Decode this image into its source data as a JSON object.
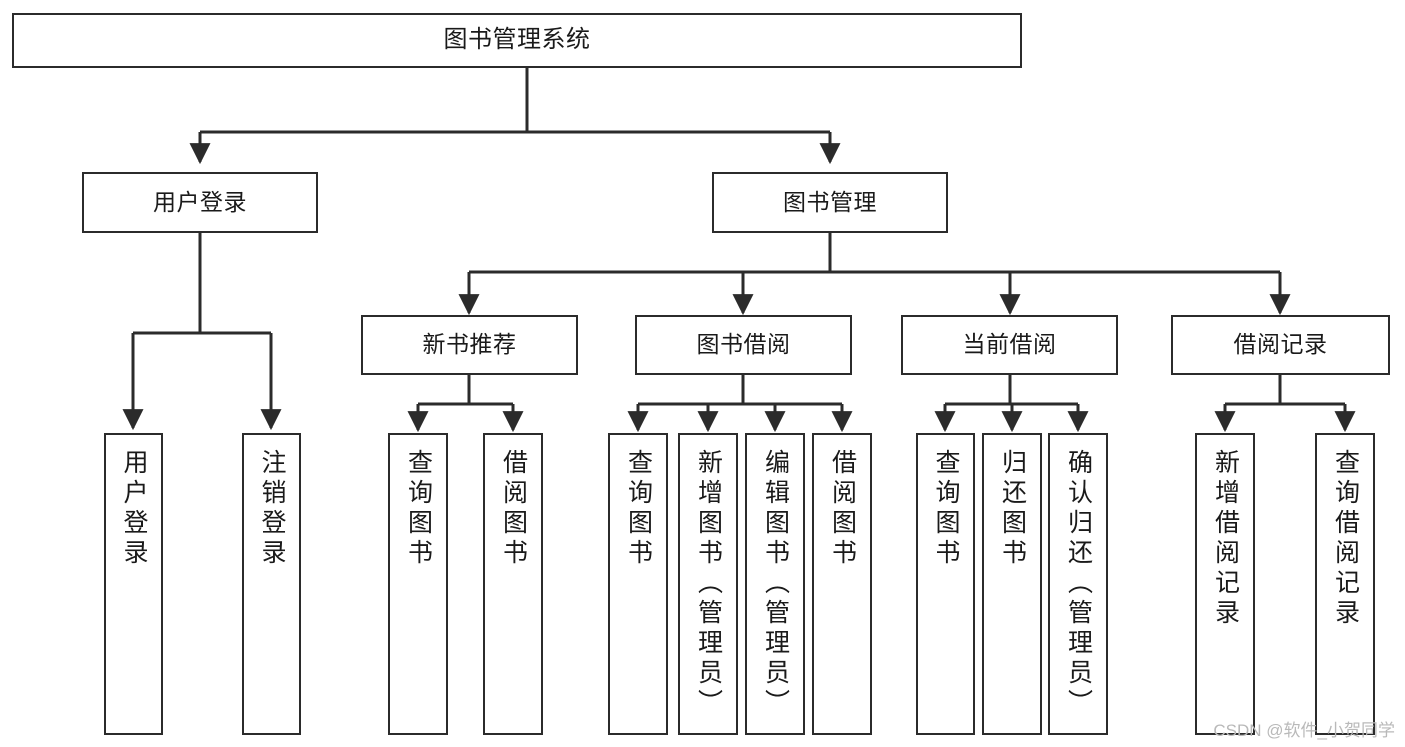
{
  "diagram": {
    "type": "tree-hierarchy",
    "title": "图书管理系统",
    "orientation": "top-down",
    "root": {
      "id": "root",
      "label": "图书管理系统"
    },
    "level1": [
      {
        "id": "user-login",
        "label": "用户登录"
      },
      {
        "id": "book-management",
        "label": "图书管理"
      }
    ],
    "level2": [
      {
        "id": "new-book-recommend",
        "label": "新书推荐",
        "parent": "book-management"
      },
      {
        "id": "book-borrow",
        "label": "图书借阅",
        "parent": "book-management"
      },
      {
        "id": "current-borrow",
        "label": "当前借阅",
        "parent": "book-management"
      },
      {
        "id": "borrow-record",
        "label": "借阅记录",
        "parent": "book-management"
      }
    ],
    "leaves": {
      "user-login": [
        {
          "id": "leaf-user-login",
          "label": "用户登录"
        },
        {
          "id": "leaf-logout",
          "label": "注销登录"
        }
      ],
      "new-book-recommend": [
        {
          "id": "leaf-query-book-1",
          "label": "查询图书"
        },
        {
          "id": "leaf-borrow-book-1",
          "label": "借阅图书"
        }
      ],
      "book-borrow": [
        {
          "id": "leaf-query-book-2",
          "label": "查询图书"
        },
        {
          "id": "leaf-add-book",
          "label": "新增图书（管理员）"
        },
        {
          "id": "leaf-edit-book",
          "label": "编辑图书（管理员）"
        },
        {
          "id": "leaf-borrow-book-2",
          "label": "借阅图书"
        }
      ],
      "current-borrow": [
        {
          "id": "leaf-query-book-3",
          "label": "查询图书"
        },
        {
          "id": "leaf-return-book",
          "label": "归还图书"
        },
        {
          "id": "leaf-confirm-return",
          "label": "确认归还（管理员）"
        }
      ],
      "borrow-record": [
        {
          "id": "leaf-add-record",
          "label": "新增借阅记录"
        },
        {
          "id": "leaf-query-record",
          "label": "查询借阅记录"
        }
      ]
    },
    "colors": {
      "box_border": "#2b2b2b",
      "box_fill": "#ffffff",
      "connector": "#2b2b2b",
      "text": "#1a1a1a",
      "watermark": "#b9b9b9",
      "background": "#ffffff"
    }
  },
  "watermark": {
    "text": "CSDN @软件_小贺同学"
  }
}
